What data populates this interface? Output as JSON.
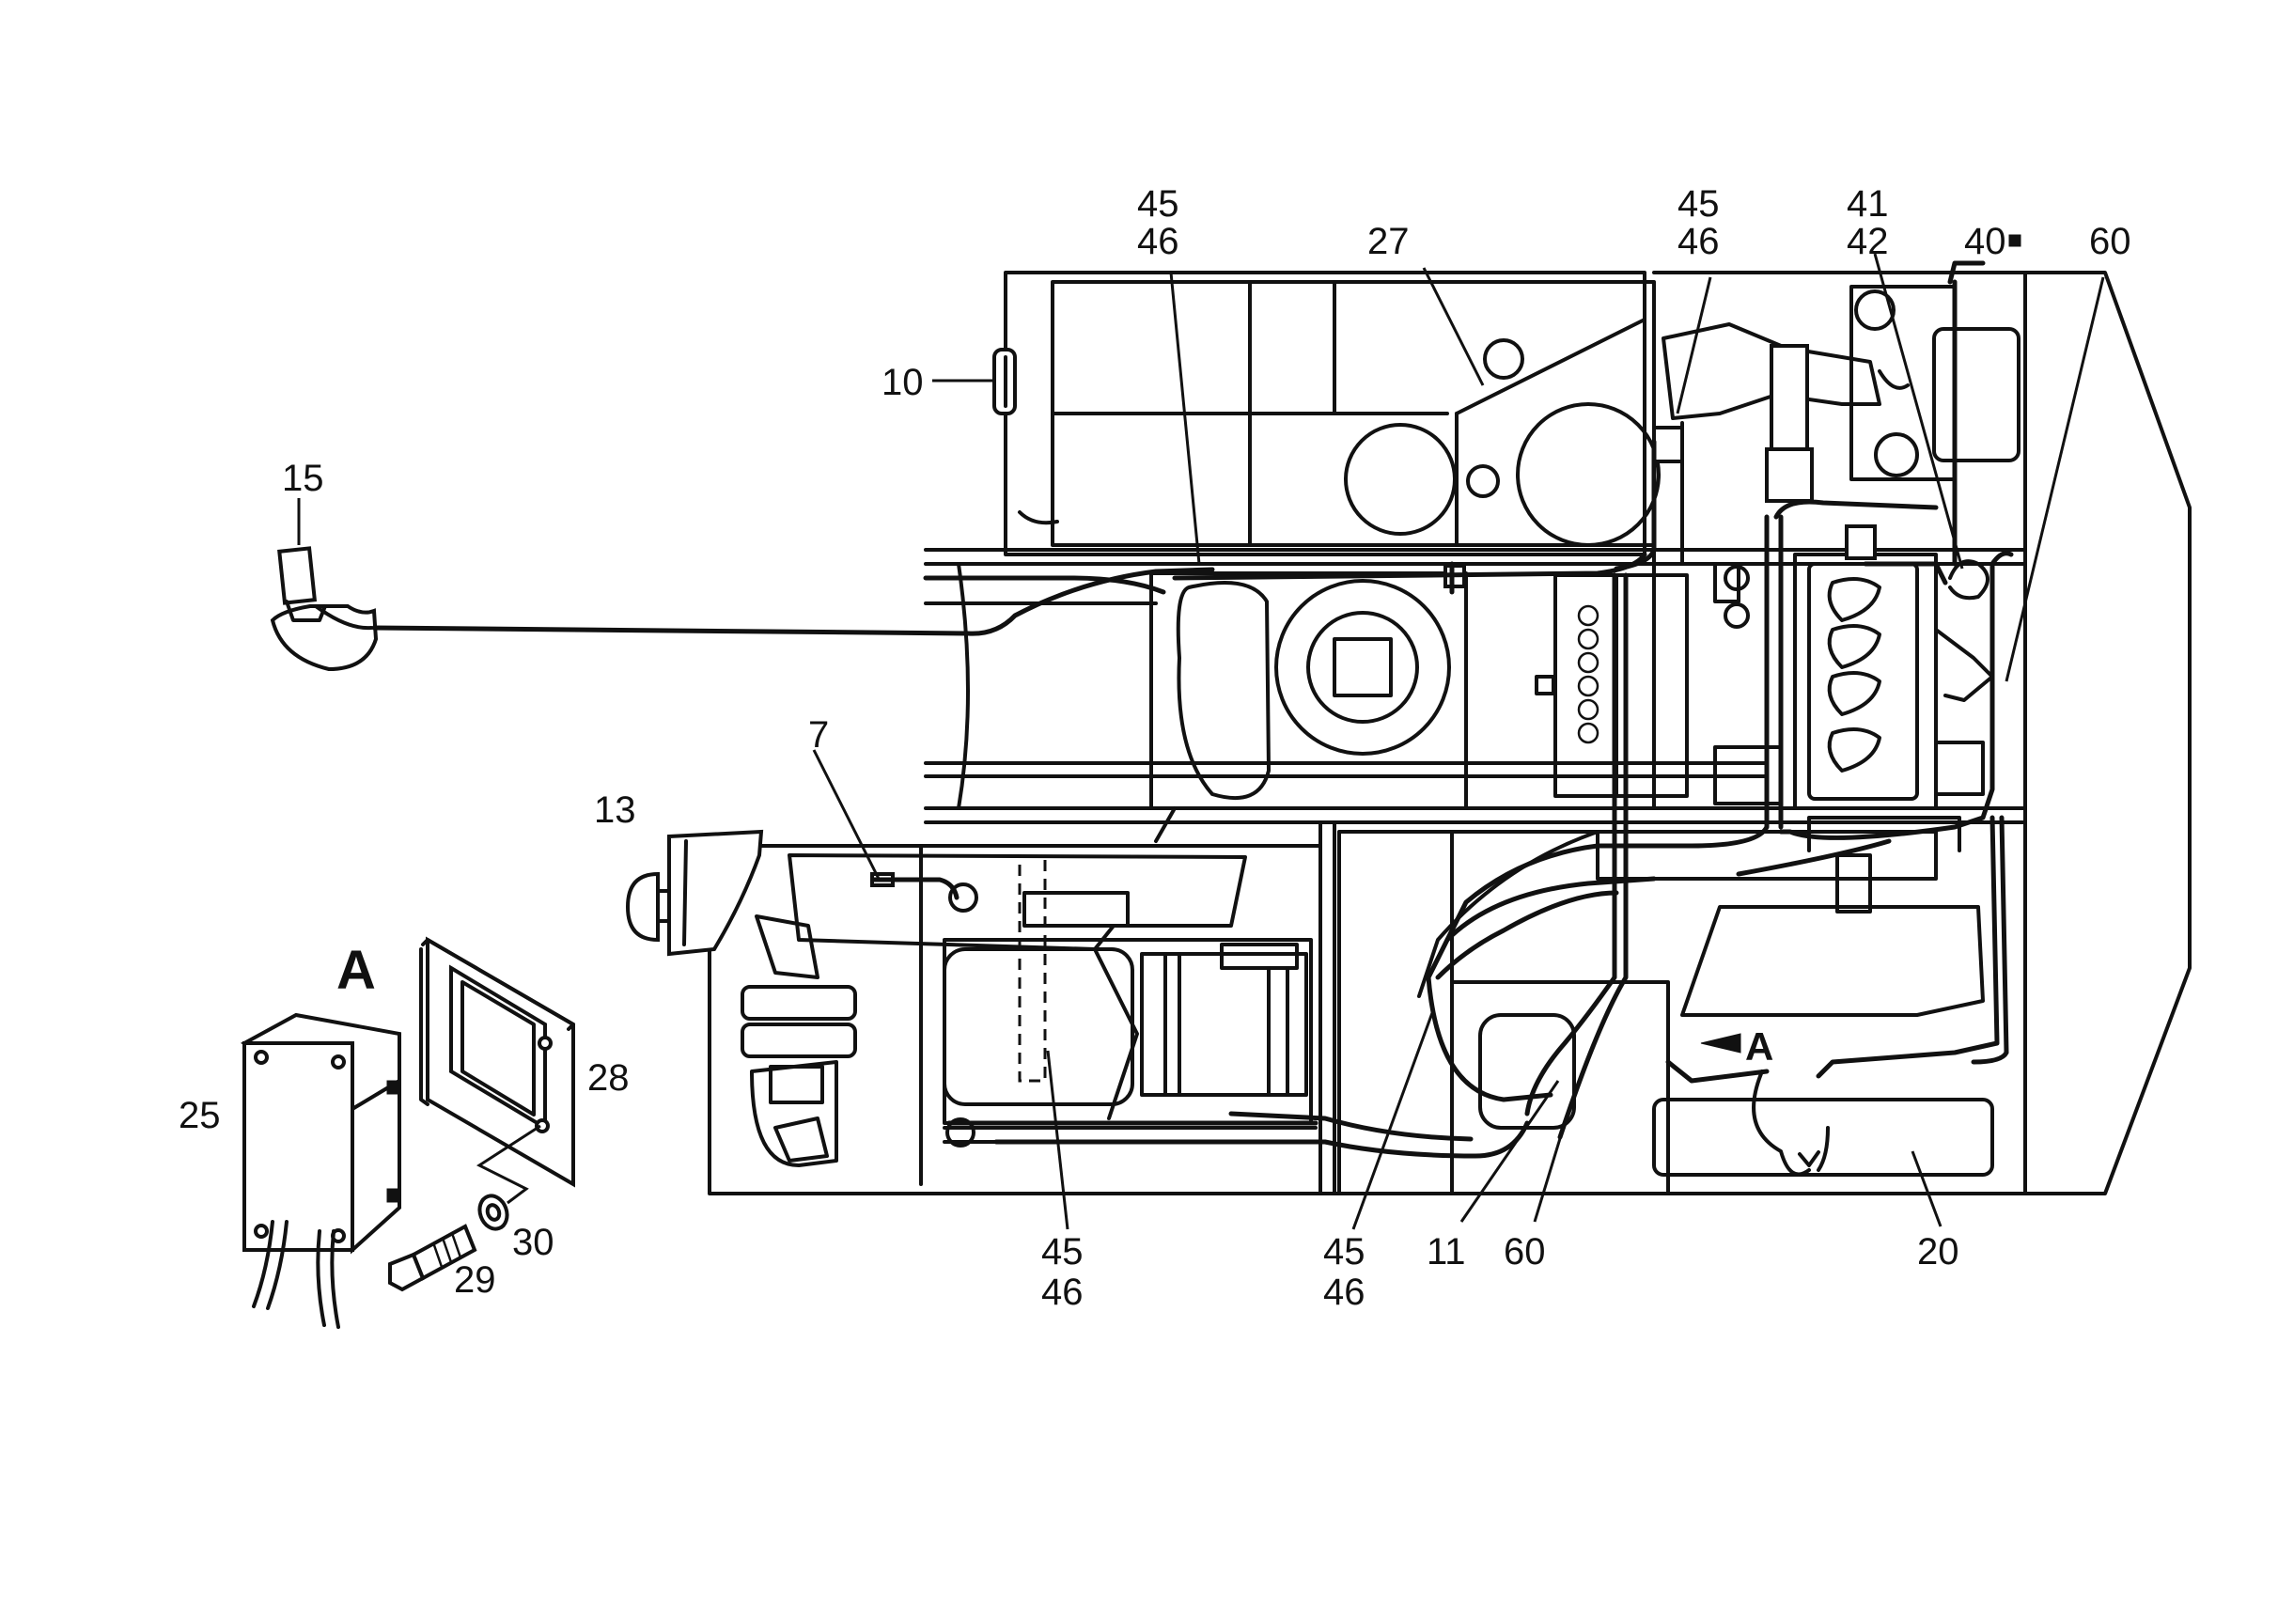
{
  "callouts": {
    "c45a": "45",
    "c46a": "46",
    "c27": "27",
    "c45b": "45",
    "c46b": "46",
    "c41": "41",
    "c42": "42",
    "c40": "40",
    "c60a": "60",
    "c10": "10",
    "c15": "15",
    "c7": "7",
    "c13": "13",
    "c28": "28",
    "c25": "25",
    "c30": "30",
    "c29": "29",
    "c45c": "45",
    "c46c": "46",
    "c45d": "45",
    "c46d": "46",
    "c11": "11",
    "c60b": "60",
    "c20": "20"
  },
  "views": {
    "detail_letter": "A",
    "detail_reference": "A"
  }
}
